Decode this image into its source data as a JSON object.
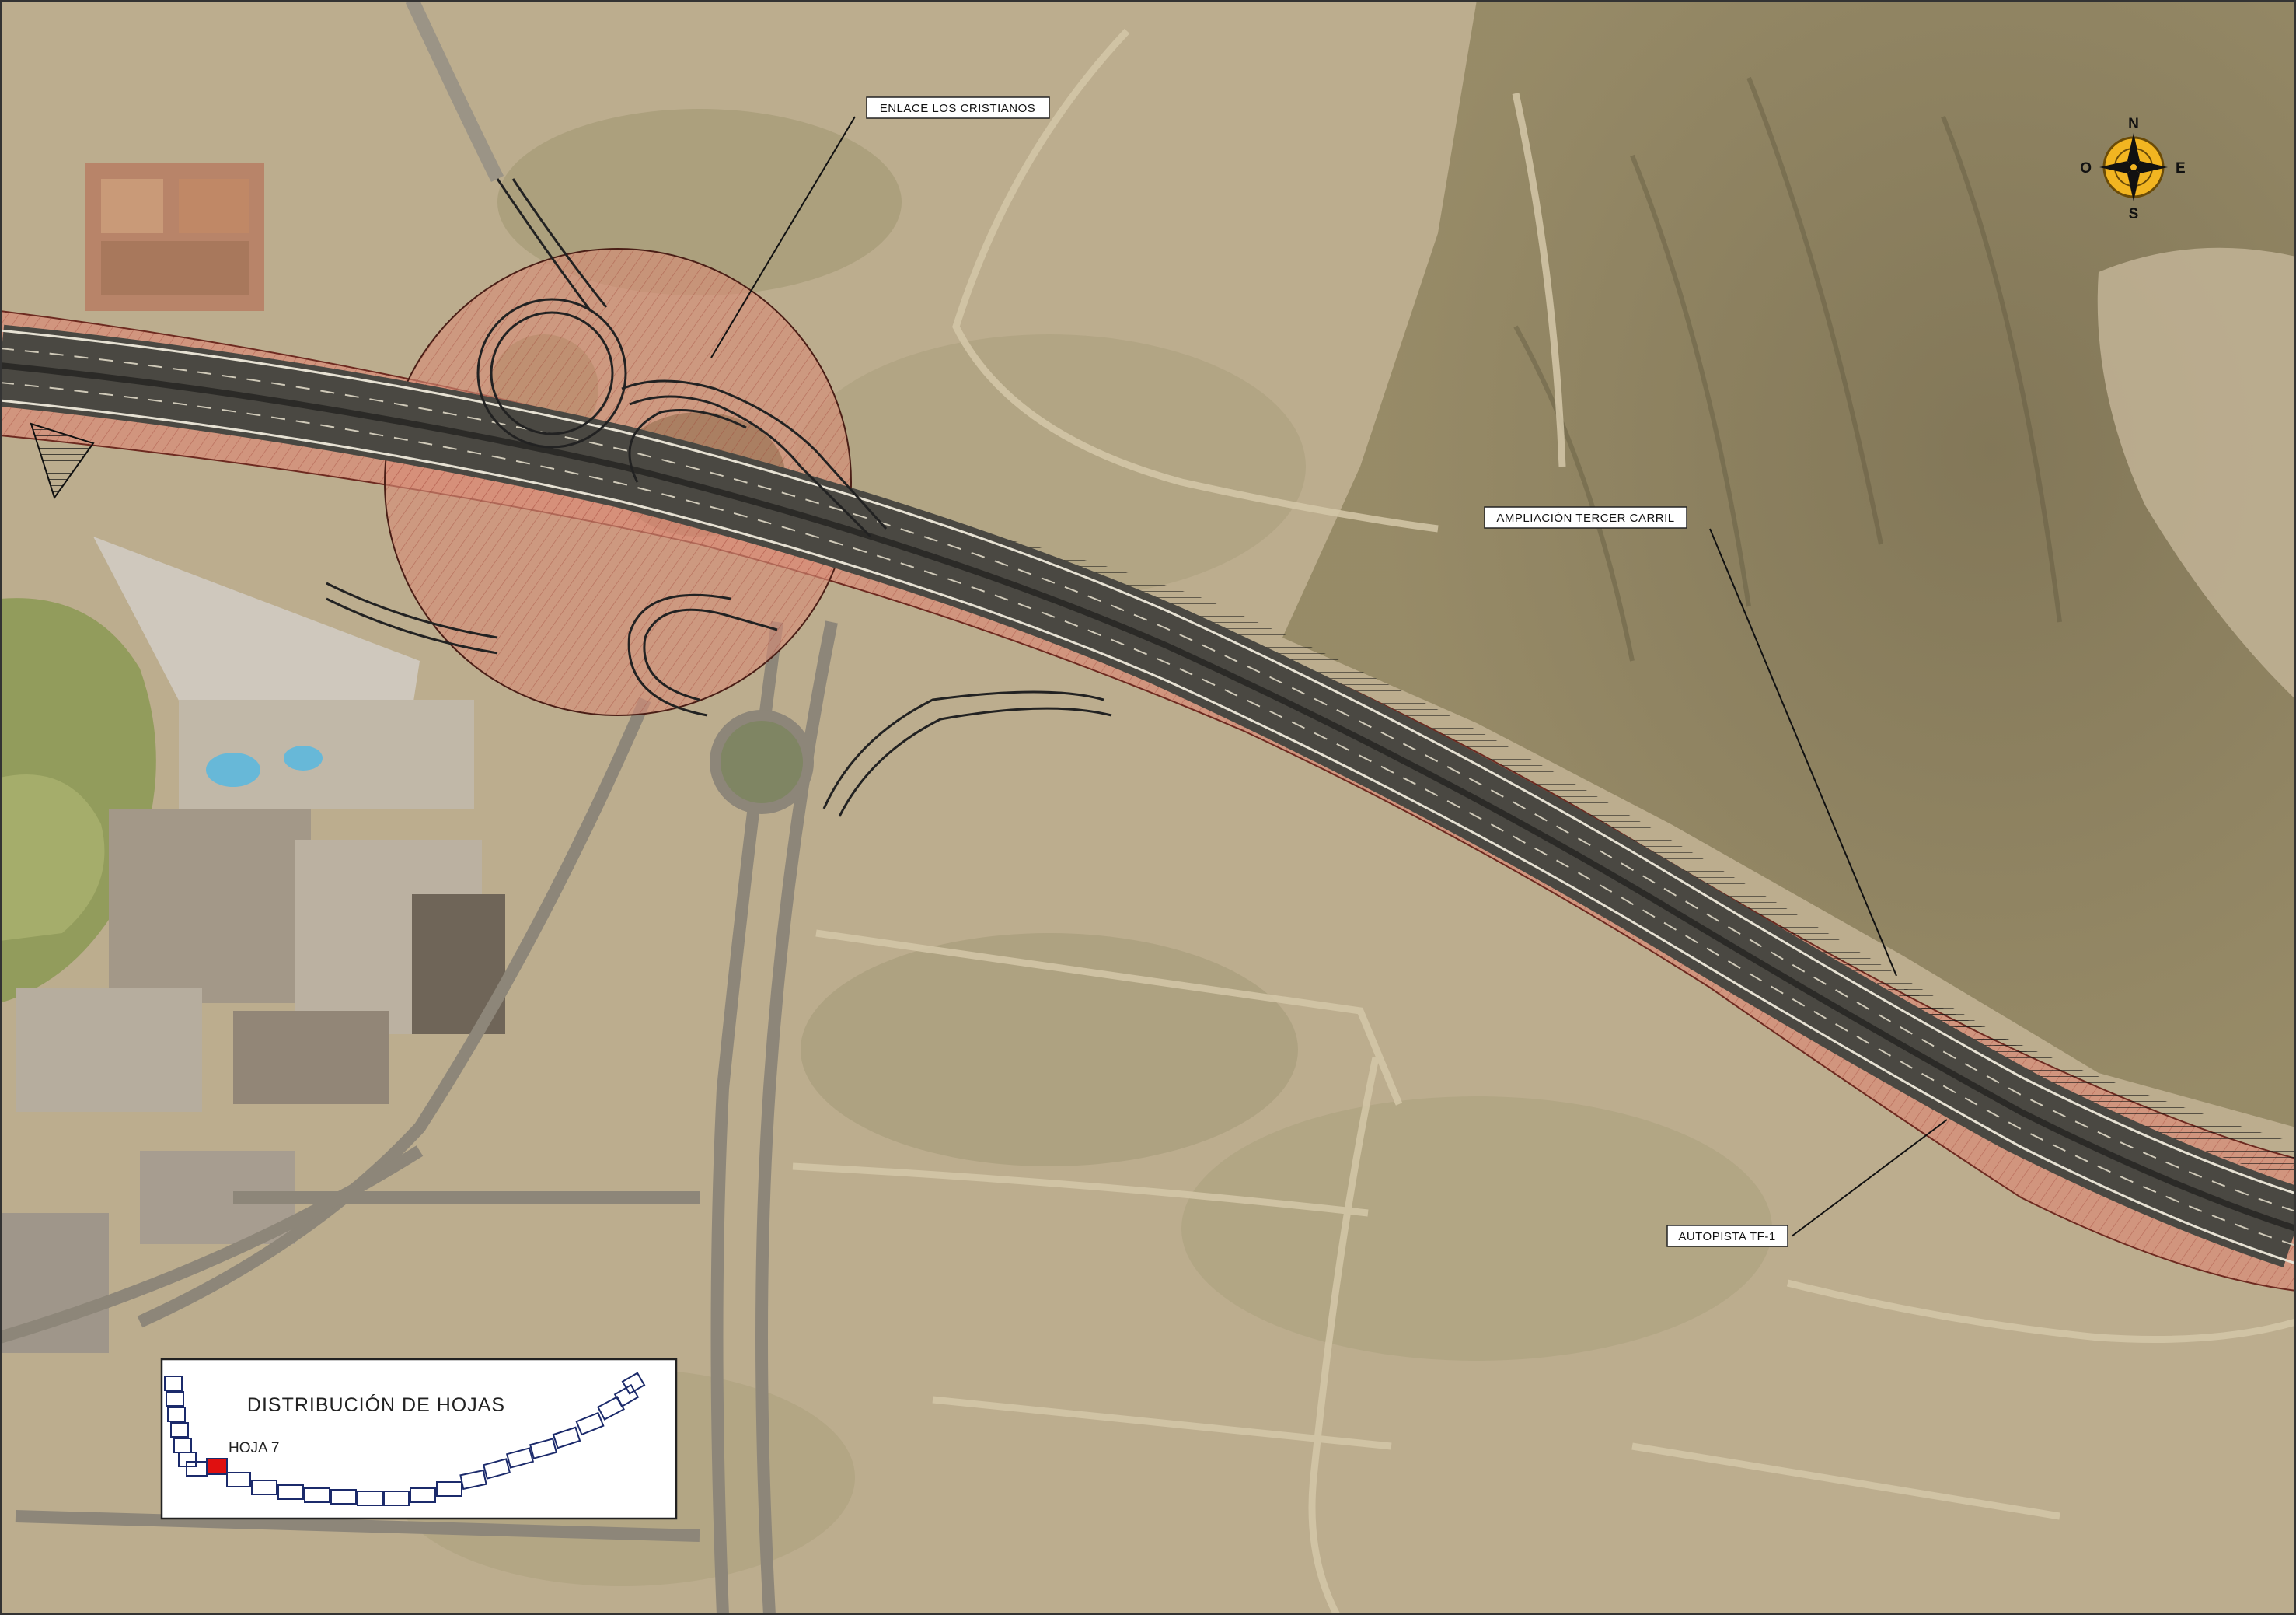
{
  "map": {
    "callouts": {
      "interchange": "ENLACE LOS CRISTIANOS",
      "widening": "AMPLIACIÓN TERCER CARRIL",
      "highway": "AUTOPISTA TF-1"
    },
    "compass": {
      "north": "N",
      "south": "S",
      "east": "E",
      "west": "O"
    },
    "sheet_index": {
      "title": "DISTRIBUCIÓN DE HOJAS",
      "current_sheet": "HOJA 7",
      "highlight_color": "#e01010"
    },
    "colors": {
      "terrain": "#b9a98a",
      "project_area": "#d98c78",
      "road_asphalt": "#4a4842",
      "highlight": "#e01010"
    }
  }
}
